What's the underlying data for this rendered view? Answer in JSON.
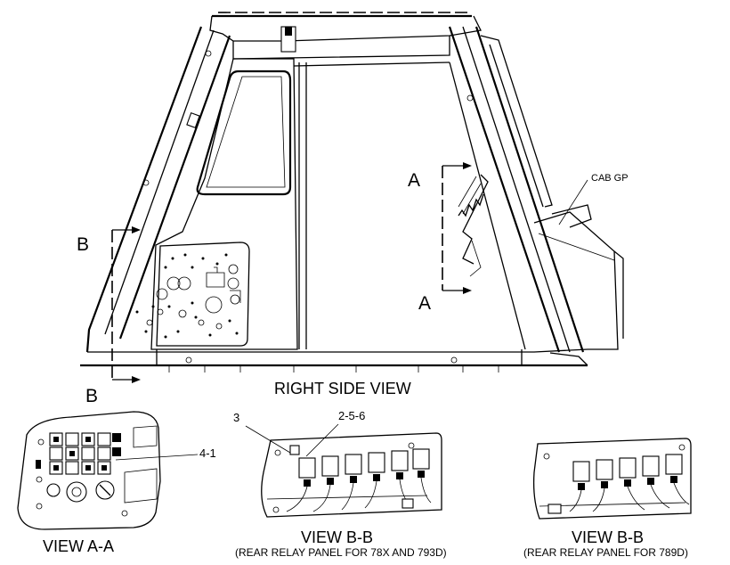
{
  "labels": {
    "section_a_top": "A",
    "section_a_bottom": "A",
    "section_b_top": "B",
    "section_b_bottom": "B",
    "cab_gp": "CAB GP",
    "right_side_view": "RIGHT SIDE VIEW",
    "callout_3": "3",
    "callout_256": "2-5-6",
    "callout_41": "4-1",
    "view_aa": "VIEW A-A",
    "view_bb_left": "VIEW B-B",
    "view_bb_left_caption": "(REAR RELAY PANEL FOR 78X AND 793D)",
    "view_bb_right": "VIEW B-B",
    "view_bb_right_caption": "(REAR RELAY PANEL FOR 789D)"
  }
}
